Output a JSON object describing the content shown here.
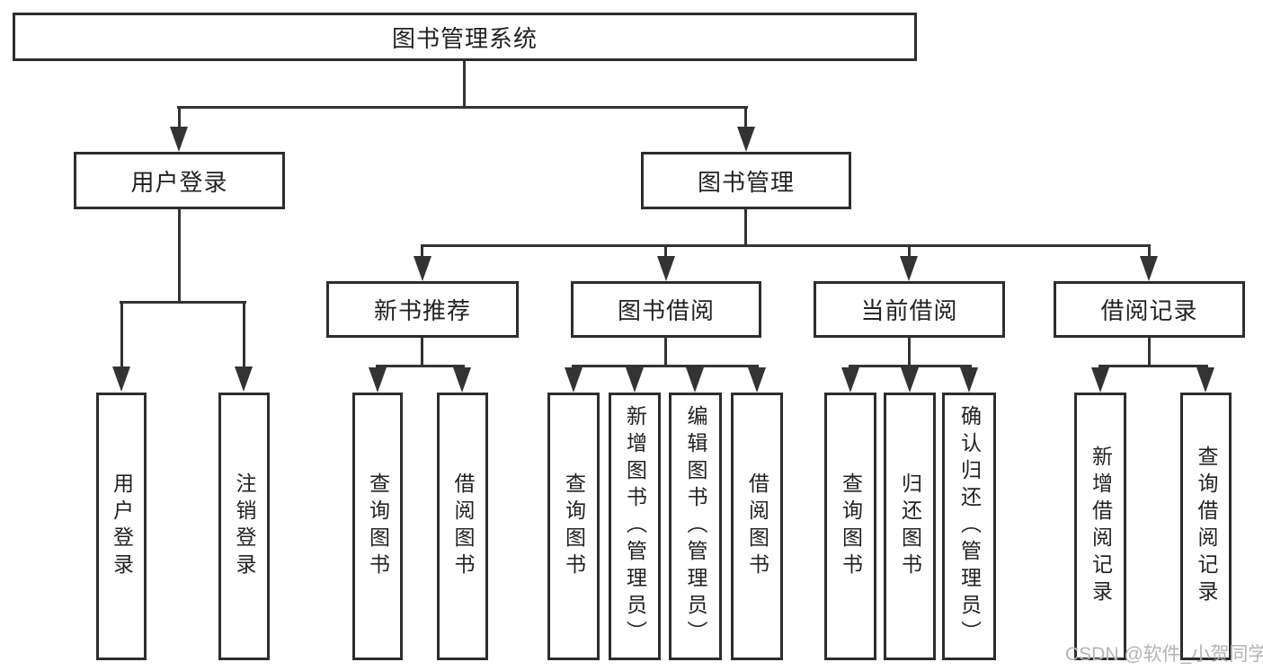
{
  "diagram": {
    "title": "图书管理系统",
    "nodes": {
      "root": "图书管理系统",
      "user_login": "用户登录",
      "book_mgmt": "图书管理",
      "new_book": "新书推荐",
      "book_borrow": "图书借阅",
      "current_borrow": "当前借阅",
      "borrow_record": "借阅记录",
      "leaves_user_login": [
        "用户登录",
        "注销登录"
      ],
      "leaves_new_book": [
        "查询图书",
        "借阅图书"
      ],
      "leaves_book_borrow": [
        "查询图书",
        "新增图书（管理员）",
        "编辑图书（管理员）",
        "借阅图书"
      ],
      "leaves_current_borrow": [
        "查询图书",
        "归还图书",
        "确认归还（管理员）"
      ],
      "leaves_borrow_record": [
        "新增借阅记录",
        "查询借阅记录"
      ]
    },
    "colors": {
      "line": "#333333",
      "border": "#2d2d2d",
      "text": "#222222",
      "background": "#ffffff",
      "watermark": "#b3b3b3"
    }
  },
  "watermark": "CSDN @软件_小贺同学"
}
